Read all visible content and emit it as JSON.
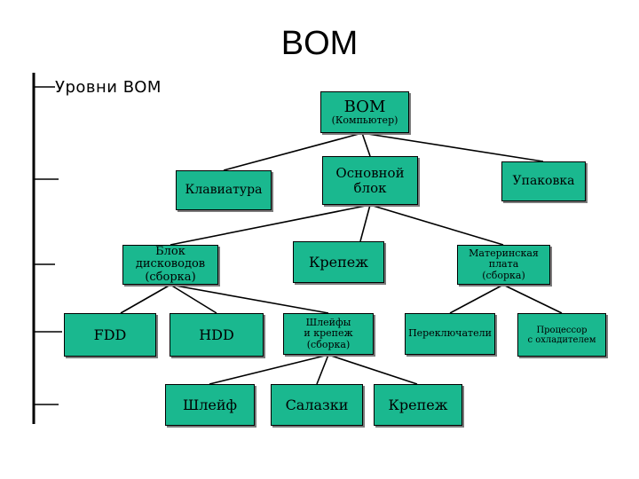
{
  "title": "BOM",
  "levels_label": "Уровни BOM",
  "colors": {
    "node_fill": "#1ab88f",
    "line": "#000000"
  },
  "nodes": {
    "bom": {
      "line1": "BOM",
      "line2": "(Компьютер)"
    },
    "keyboard": "Клавиатура",
    "main_unit": {
      "line1": "Основной",
      "line2": "блок"
    },
    "packaging": "Упаковка",
    "drive_unit": {
      "line1": "Блок",
      "line2": "дисководов",
      "line3": "(сборка)"
    },
    "fasteners": "Крепеж",
    "motherboard": {
      "line1": "Материнская",
      "line2": "плата",
      "line3": "(сборка)"
    },
    "fdd": "FDD",
    "hdd": "HDD",
    "cables_fasteners": {
      "line1": "Шлейфы",
      "line2": "и крепеж",
      "line3": "(сборка)"
    },
    "switches": "Переключатели",
    "processor": {
      "line1": "Процессор",
      "line2": "с охладителем"
    },
    "cable": "Шлейф",
    "rails": "Салазки",
    "fasteners2": "Крепеж"
  }
}
